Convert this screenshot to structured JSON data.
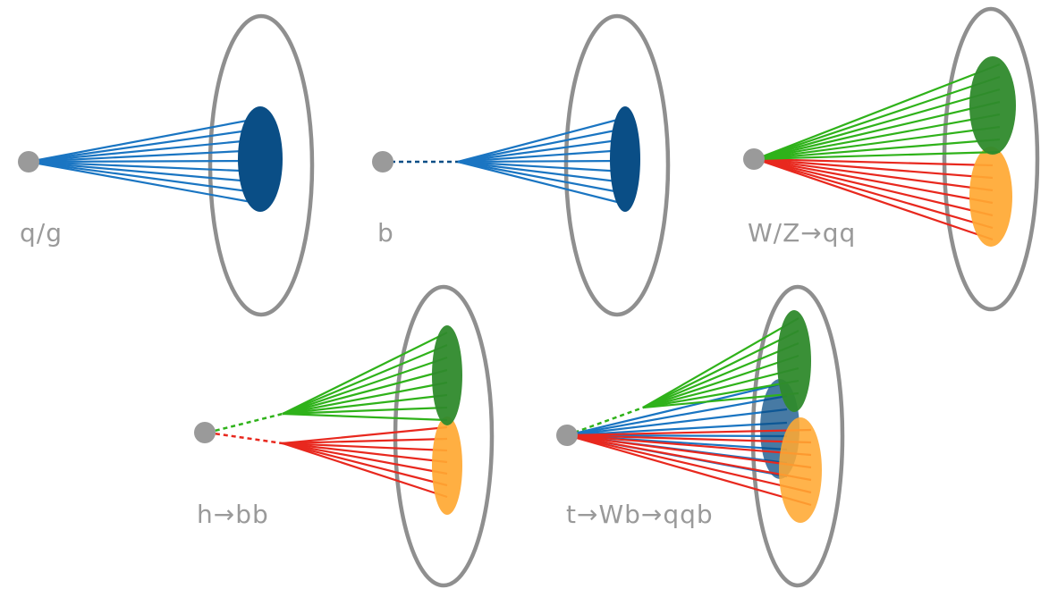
{
  "colors": {
    "quark_blue": "#1a75c2",
    "core_blue": "#0a4e86",
    "gluon_green": "#2fb21a",
    "core_green": "#2f8a2c",
    "line_red": "#e8281e",
    "core_orange": "#ffa832",
    "ring_gray": "#8f8f8f",
    "label_gray": "#9a9a9a"
  },
  "panels": [
    {
      "id": "qg",
      "label": "q/g",
      "jet_colors": [
        "quark_blue"
      ]
    },
    {
      "id": "b",
      "label": "b",
      "jet_colors": [
        "quark_blue"
      ]
    },
    {
      "id": "wz",
      "label": "W/Z→qq",
      "jet_colors": [
        "gluon_green",
        "line_red"
      ]
    },
    {
      "id": "h",
      "label": "h→bb",
      "jet_colors": [
        "gluon_green",
        "line_red"
      ]
    },
    {
      "id": "t",
      "label": "t→Wb→qqb",
      "jet_colors": [
        "gluon_green",
        "quark_blue",
        "line_red"
      ]
    }
  ]
}
